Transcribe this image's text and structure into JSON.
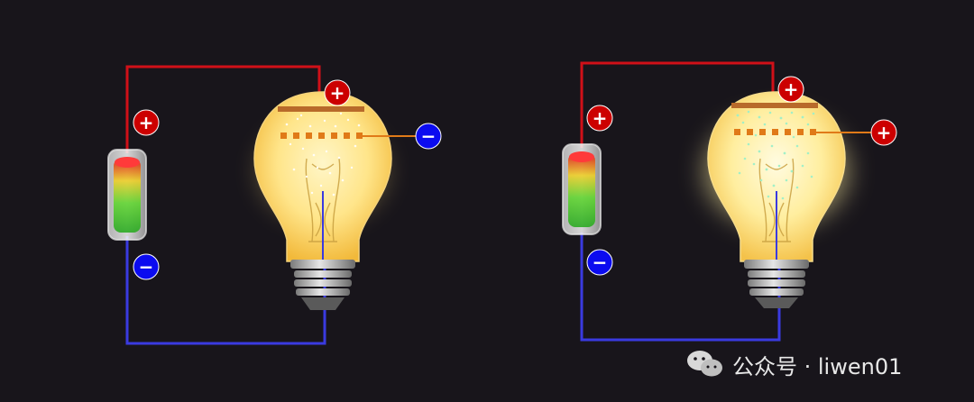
{
  "diagrams": [
    {
      "id": "left-circuit",
      "terminals": {
        "top": "+",
        "side": "−",
        "battery_top": "+",
        "battery_bottom": "−"
      },
      "terminal_colors": {
        "top": "#cc0000",
        "side": "#0b0bf0",
        "battery_top": "#cc0000",
        "battery_bottom": "#0b0bf0"
      },
      "glow": 0.55
    },
    {
      "id": "right-circuit",
      "terminals": {
        "top": "+",
        "side": "+",
        "battery_top": "+",
        "battery_bottom": "−"
      },
      "terminal_colors": {
        "top": "#cc0000",
        "side": "#cc0000",
        "battery_top": "#cc0000",
        "battery_bottom": "#0b0bf0"
      },
      "glow": 1.0
    }
  ],
  "colors": {
    "background": "#18151b",
    "wire_positive": "#d01018",
    "wire_negative": "#3a3ae0",
    "emitter": "#e07a18",
    "anode_plate": "#b86a2a",
    "bulb_glass": "#ffe89a"
  },
  "watermark": {
    "text": "公众号 · liwen01",
    "icon": "wechat-icon"
  }
}
